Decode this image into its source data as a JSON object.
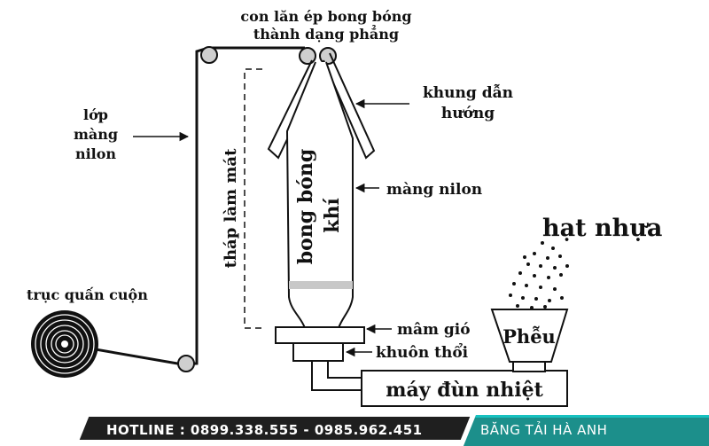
{
  "labels": {
    "roller_line1": "con lăn ép bong bóng",
    "roller_line2": "thành dạng phẳng",
    "film_layer_line1": "lớp",
    "film_layer_line2": "màng",
    "film_layer_line3": "nilon",
    "guide_frame_line1": "khung dẫn",
    "guide_frame_line2": "hướng",
    "cooling_tower": "tháp làm mát",
    "bubble_line1": "bong bóng",
    "bubble_line2": "khí",
    "nylon_film": "màng nilon",
    "plastic_pellets": "hạt nhựa",
    "winding_roll": "trục quấn cuộn",
    "air_ring": "mâm gió",
    "blow_die": "khuôn thổi",
    "hopper": "Phễu",
    "extruder": "máy đùn nhiệt"
  },
  "footer": {
    "hotline": "HOTLINE : 0899.338.555 - 0985.962.451",
    "brand": "BĂNG TẢI HÀ ANH"
  },
  "colors": {
    "line": "#111111",
    "roller_fill": "#cfcfcf",
    "hotline_bg": "#1f1f1f",
    "brand_bg": "#1c8f8b"
  }
}
